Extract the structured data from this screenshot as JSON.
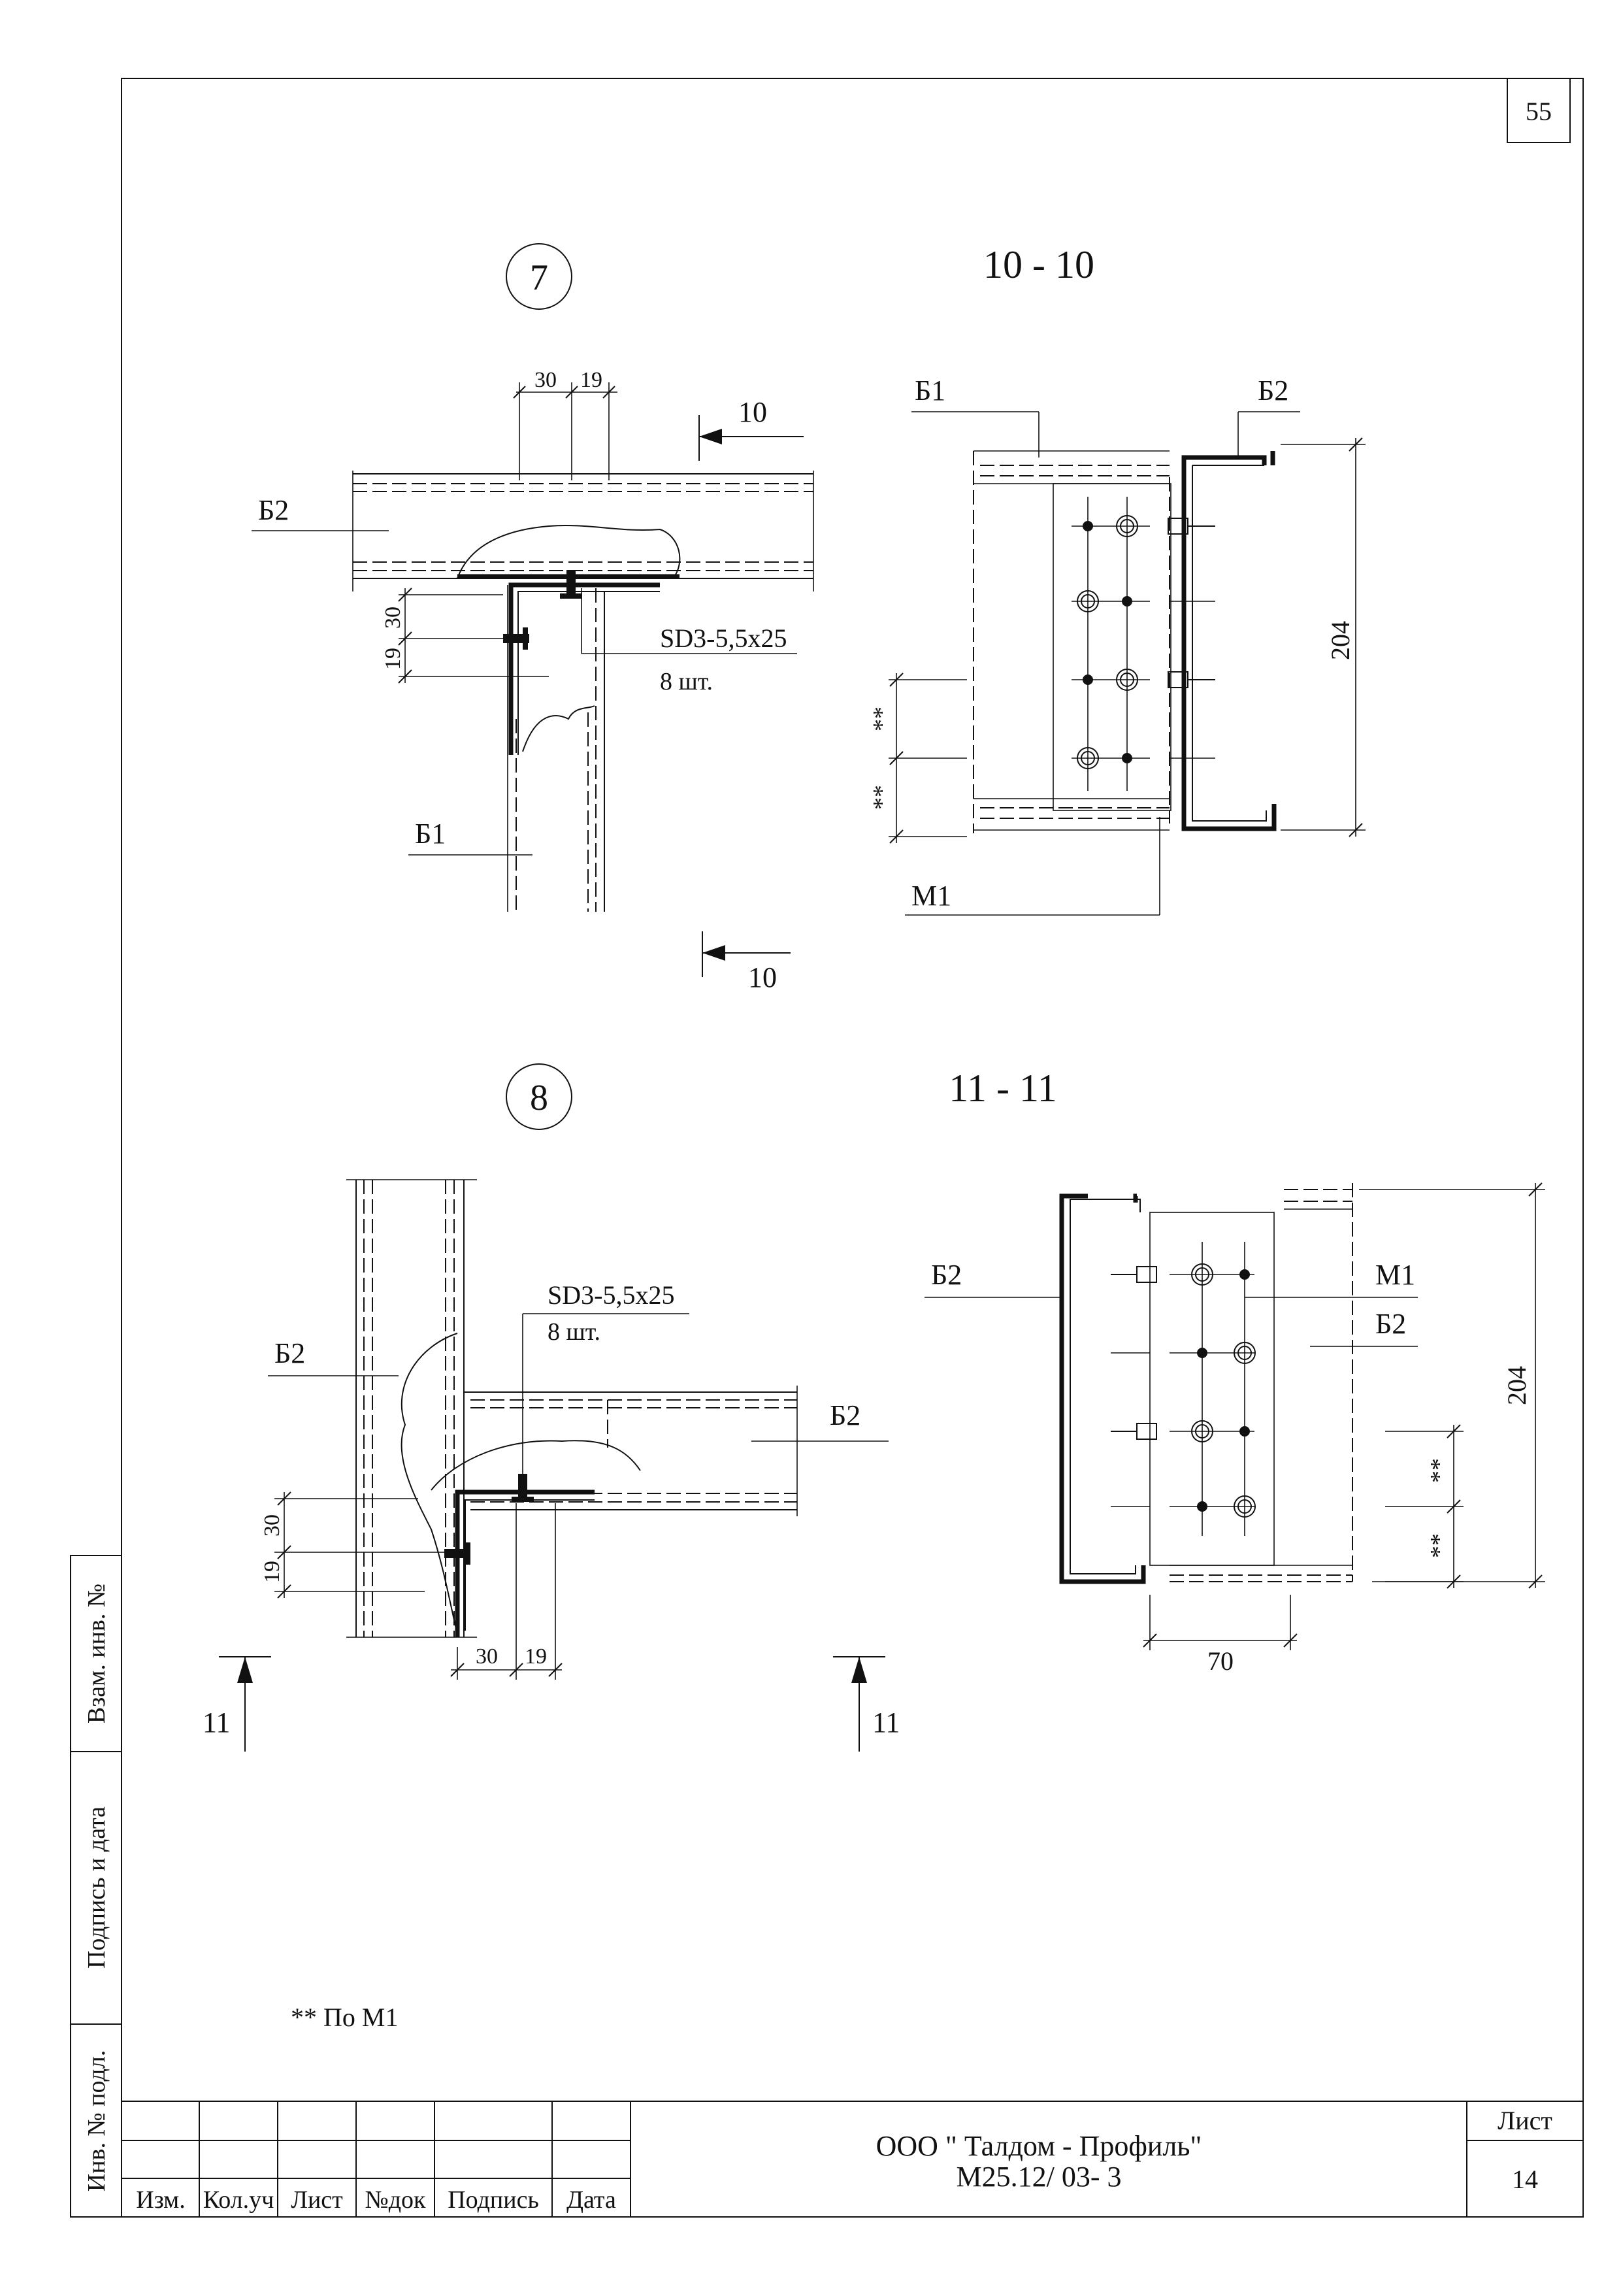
{
  "page_number": "55",
  "details": [
    {
      "marker": "7",
      "section_title": "10 - 10",
      "section_mark_top": "10",
      "section_mark_bottom": "10",
      "dims": [
        "30",
        "19",
        "30",
        "19"
      ],
      "labels": {
        "upper_beam": "Б2",
        "lower_beam": "Б1",
        "screw": "SD3-5,5x25",
        "screw_qty": "8 шт."
      },
      "section_labels": {
        "left_beam": "Б1",
        "right_beam": "Б2",
        "plate": "М1",
        "height": "204",
        "spacing_1": "**",
        "spacing_2": "**"
      }
    },
    {
      "marker": "8",
      "section_title": "11 - 11",
      "section_mark_left": "11",
      "section_mark_right": "11",
      "dims": [
        "30",
        "19",
        "30",
        "19"
      ],
      "labels": {
        "left_beam": "Б2",
        "right_beam": "Б2",
        "screw": "SD3-5,5x25",
        "screw_qty": "8 шт."
      },
      "section_labels": {
        "left_beam": "Б2",
        "plate": "М1",
        "right_beam": "Б2",
        "height": "204",
        "width": "70",
        "spacing_1": "**",
        "spacing_2": "**"
      }
    }
  ],
  "note": "** По М1",
  "side_stamp": [
    "Взам. инв. №",
    "Подпись и дата",
    "Инв. № подл."
  ],
  "title_block": {
    "columns": [
      "Изм.",
      "Кол.уч",
      "Лист",
      "№док",
      "Подпись",
      "Дата"
    ],
    "company": "ООО \" Талдом - Профиль\"",
    "doc_code": "М25.12/ 03- 3",
    "sheet_label": "Лист",
    "sheet_number": "14"
  }
}
